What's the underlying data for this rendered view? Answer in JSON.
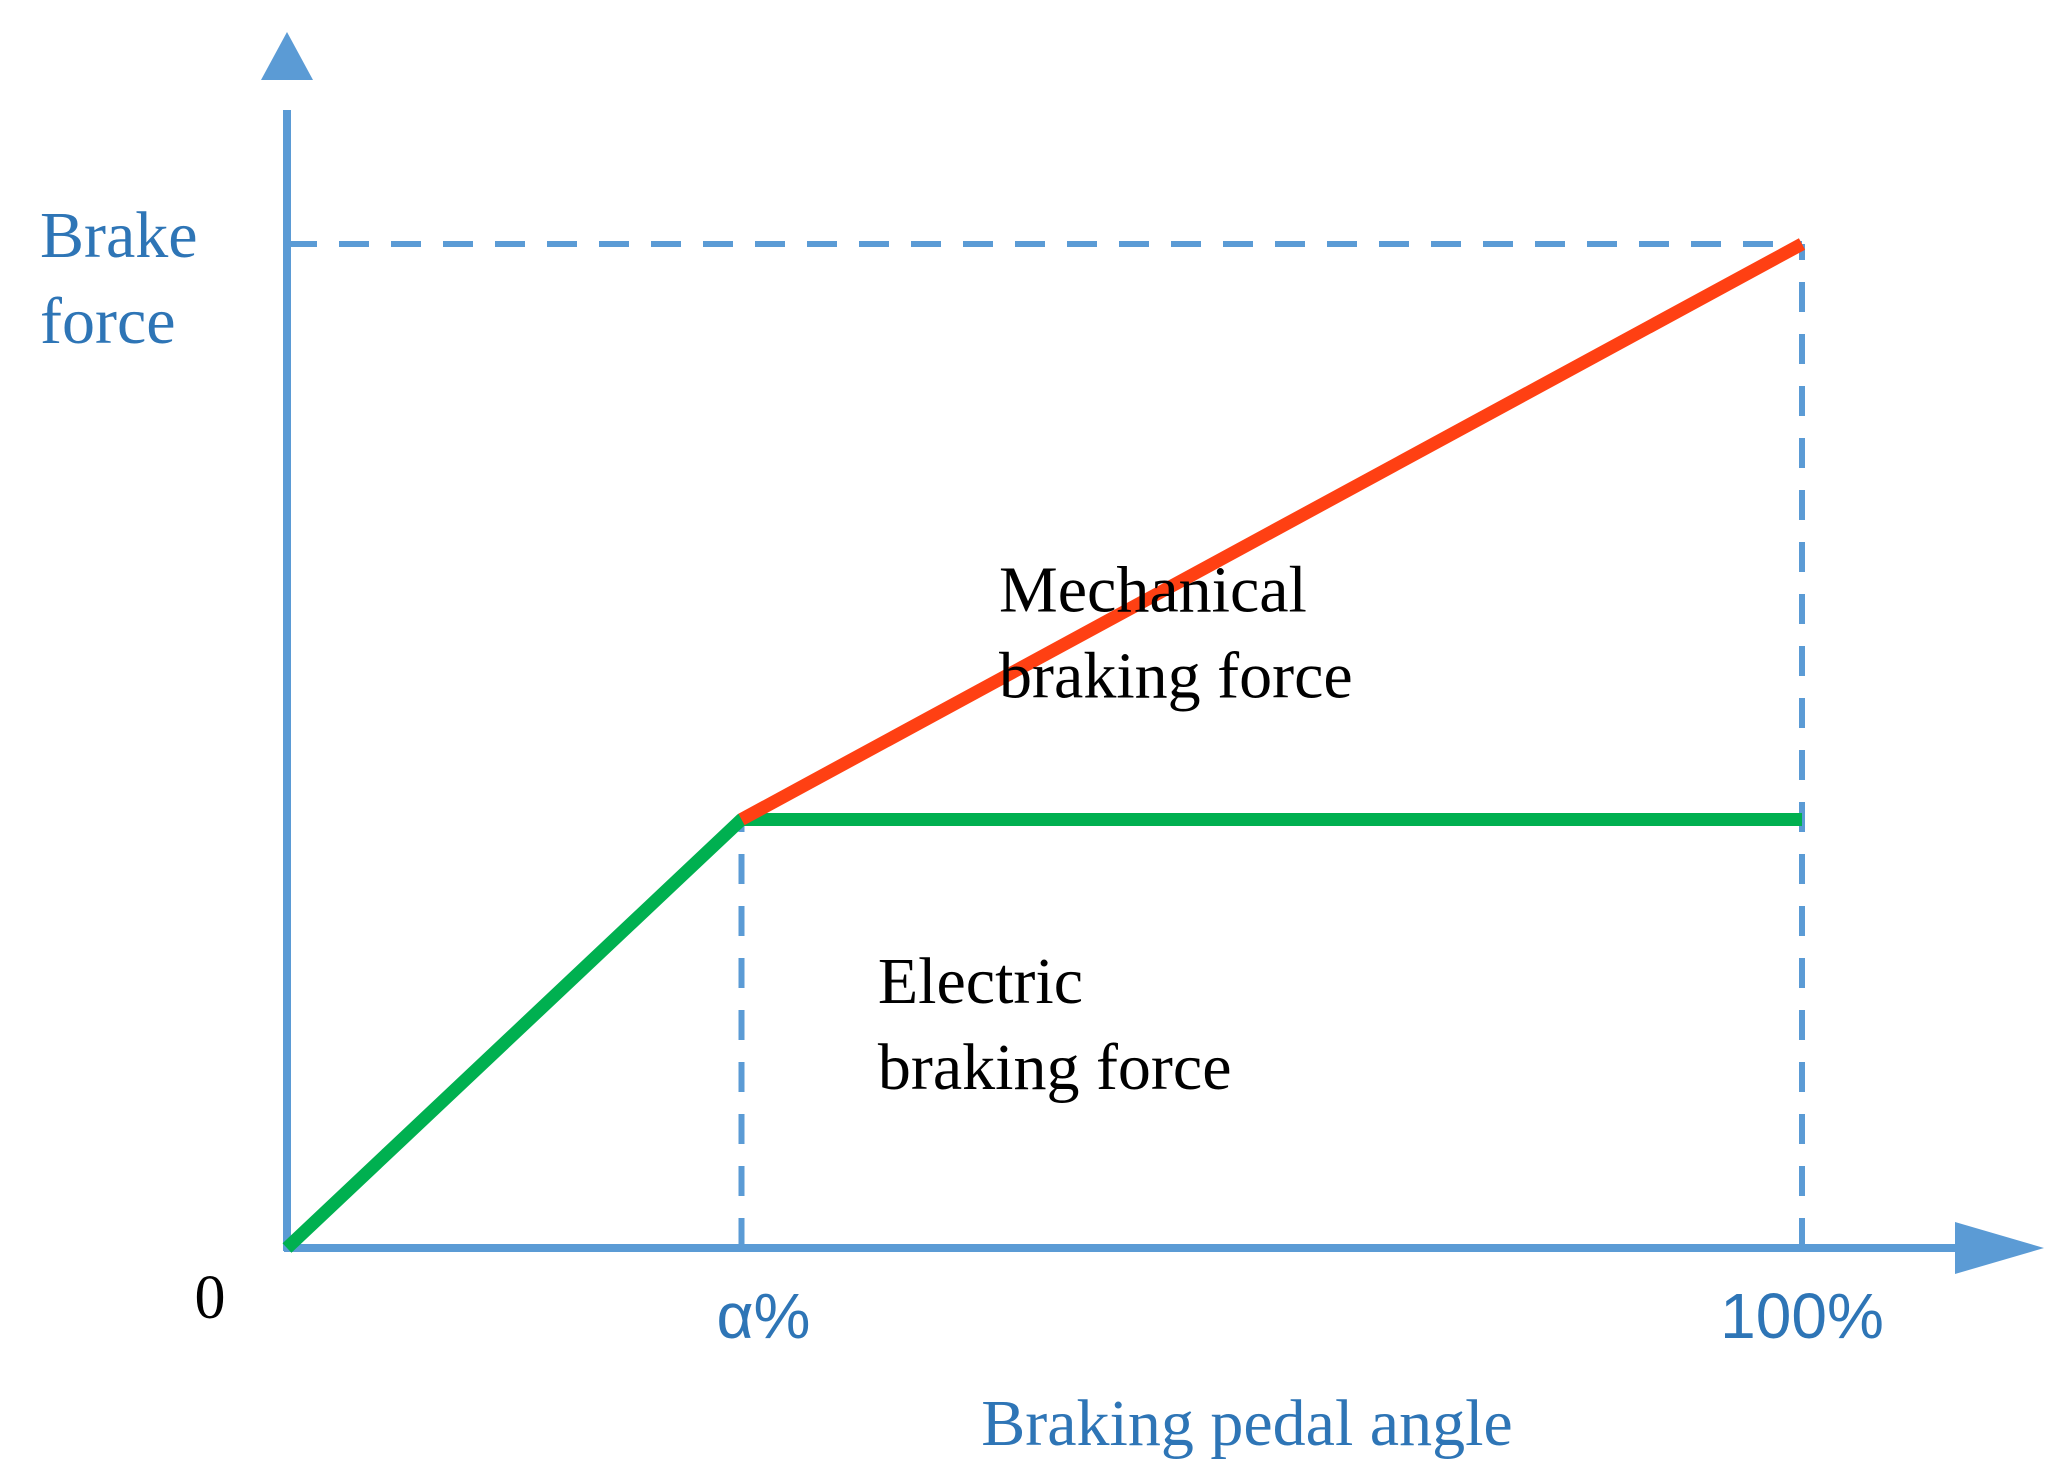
{
  "chart_data": {
    "type": "line",
    "ylabel": "Brake force",
    "ylabel_lines": [
      "Brake",
      "force"
    ],
    "xlabel": "Braking pedal angle",
    "origin_label": "0",
    "x_ticks": [
      {
        "value": 30,
        "label": "α%"
      },
      {
        "value": 100,
        "label": "100%"
      }
    ],
    "xlim": [
      0,
      120
    ],
    "ylim": [
      0,
      100
    ],
    "series": [
      {
        "color": "#00B050",
        "x": [
          0,
          30,
          100
        ],
        "y": [
          0,
          35,
          35
        ]
      },
      {
        "color": "#FF4013",
        "x": [
          30,
          100
        ],
        "y": [
          35,
          82
        ]
      }
    ],
    "guide_lines": [
      {
        "from": [
          30,
          0
        ],
        "to": [
          30,
          35
        ]
      },
      {
        "from": [
          100,
          0
        ],
        "to": [
          100,
          82
        ]
      },
      {
        "from": [
          0,
          82
        ],
        "to": [
          100,
          82
        ]
      }
    ],
    "annotations": [
      {
        "lines": [
          "Mechanical",
          "braking force"
        ],
        "x": 47,
        "y": 52
      },
      {
        "lines": [
          "Electric",
          "braking force"
        ],
        "x": 39,
        "y": 20
      }
    ],
    "colors": {
      "axis": "#5B9BD5",
      "label": "#2E75B6",
      "text": "#000000"
    },
    "grid": false,
    "legend": "none"
  }
}
